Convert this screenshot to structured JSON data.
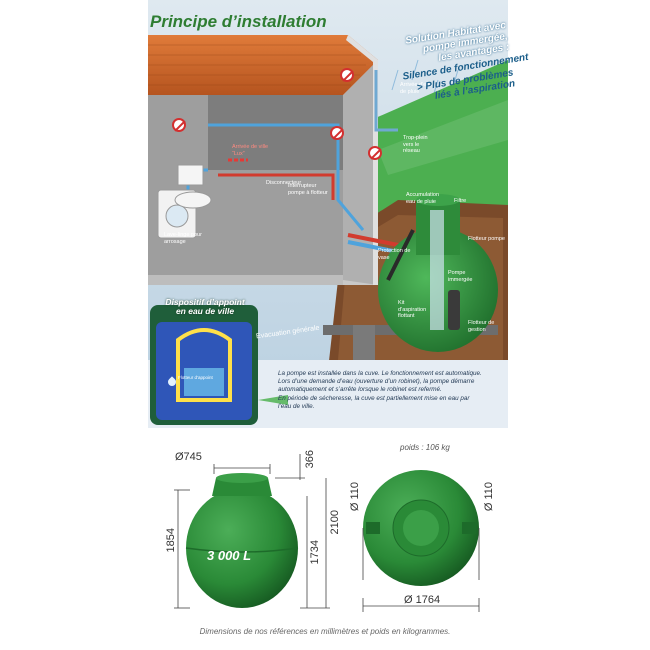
{
  "header": {
    "title": "Principe d’installation"
  },
  "callouts": {
    "line1": "Solution Habitat avec",
    "line2": "pompe immergée,",
    "line3": "les avantages :",
    "adv1": "Silence de fonctionnement",
    "adv2_line1": "> Plus de problèmes",
    "adv2_line2": "liés à l’aspiration"
  },
  "scene_labels": {
    "arrivee_pluie": "Arrivée d’eau de pluie",
    "arrivee_ville": "Arrivée de ville “Lux”",
    "disconnecteur": "Disconnecteur",
    "interrupteur": "Interrupteur pompe à flotteur",
    "lavelinge": "Lave-linge pour arrosage",
    "trop_plein": "Trop-plein vers le réseau",
    "filtre": "Filtre",
    "accumulation": "Accumulation eau de pluie",
    "protection_vase": "Protection de vase",
    "flotteur_pompe": "Flotteur pompe",
    "flotteur_gestion": "Flotteur de gestion",
    "flotteur_appoint": "Flotteur d’appoint",
    "evacuation": "Evacuation générale",
    "kit": "Kit d’aspiration flottant",
    "pompe": "Pompe immergée"
  },
  "dispositif": {
    "title_line1": "Dispositif d’appoint",
    "title_line2": "en eau de ville"
  },
  "info": {
    "p1": "La pompe est installée dans la cuve. Le fonctionnement est automatique.",
    "p2": "Lors d’une demande d’eau (ouverture d’un robinet), la pompe démarre",
    "p3": "automatiquement et s’arrête lorsque le robinet est refermé.",
    "p4": "En période de sécheresse, la cuve est partiellement mise en eau par",
    "p5": "l’eau de ville."
  },
  "tank": {
    "volume": "3 000 L",
    "weight": "poids : 106 kg",
    "dim_top_diameter": "Ø745",
    "dim_top_height": "366",
    "dim_total_height": "2100",
    "dim_left_height": "1854",
    "dim_inner_height": "1734",
    "dim_port_left": "Ø 110",
    "dim_port_right": "Ø 110",
    "dim_diameter": "Ø 1764"
  },
  "caption": "Dimensions de nos références en millimètres et poids en kilogrammes.",
  "colors": {
    "title_green": "#2e7d32",
    "tank_green": "#2e8b3a",
    "callout_blue": "#1b5e8a",
    "roof": "#d2691e",
    "grass": "#4caf50",
    "soil": "#7a4a2a"
  },
  "icons": [
    "no-drink-icon",
    "no-drink-icon",
    "no-drink-icon",
    "no-drink-icon",
    "tap-icon",
    "water-drop-icon"
  ]
}
